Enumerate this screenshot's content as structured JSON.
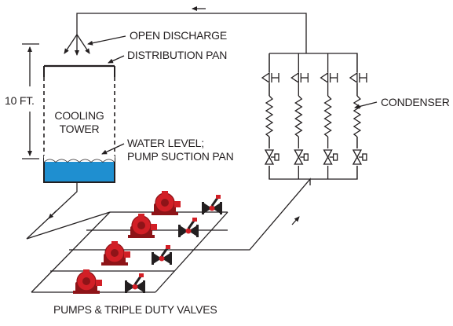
{
  "labels": {
    "open_discharge": "OPEN DISCHARGE",
    "distribution_pan": "DISTRIBUTION PAN",
    "height": "10 FT.",
    "tower_line1": "COOLING",
    "tower_line2": "TOWER",
    "water_level_line1": "WATER LEVEL;",
    "water_level_line2": "PUMP SUCTION PAN",
    "condenser": "CONDENSER",
    "pumps_valves": "PUMPS & TRIPLE DUTY VALVES"
  },
  "colors": {
    "line": "#231f20",
    "water": "#1f8fd0",
    "pump": "#d21f26",
    "pump_dark": "#8e1418",
    "valve_body": "#231f20",
    "valve_accent": "#d21f26"
  },
  "components": {
    "condenser_branches": 4,
    "pumps": 4,
    "triple_duty_valves": 4
  },
  "icons": {
    "flow_arrows": "arrow-icon",
    "check_valve": "check-valve-icon",
    "coil": "condenser-coil-icon",
    "isolation_valve": "gate-valve-icon",
    "pump": "pump-icon",
    "triple_duty_valve": "triple-duty-valve-icon"
  }
}
